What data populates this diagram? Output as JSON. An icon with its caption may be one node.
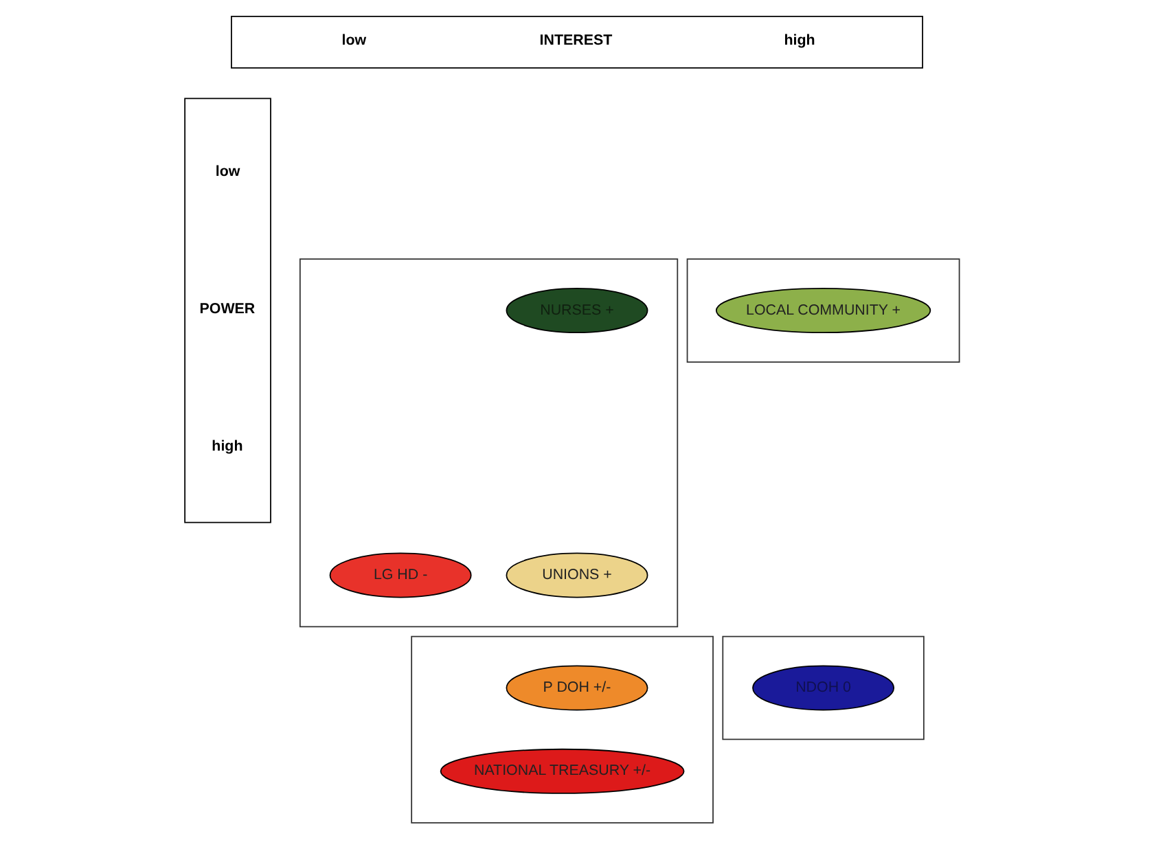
{
  "diagram": {
    "nodes": [
      {
        "text": [
          "low",
          "INTEREST",
          "high"
        ]
      },
      {
        "text": [
          "low",
          "POWER",
          "high"
        ]
      },
      {
        "text": [],
        "shape": "box"
      },
      {
        "text": [
          "LOCAL COMMUNITY +"
        ],
        "in": 2
      },
      {
        "text": [],
        "shape": "box"
      },
      {
        "text": [
          "NURSES +"
        ],
        "in": 4
      },
      {
        "text": [
          "LG HD -"
        ],
        "in": 4
      },
      {
        "text": [
          "UNIONS +"
        ],
        "in": 4
      },
      {
        "text": [],
        "shape": "box"
      },
      {
        "text": [
          "NDOH 0"
        ],
        "in": 8
      },
      {
        "text": [],
        "shape": "box"
      },
      {
        "text": [
          "P DOH +/-"
        ],
        "in": 10
      },
      {
        "text": [
          "NATIONAL TREASURY +/-"
        ],
        "in": 10
      }
    ],
    "edges": []
  }
}
